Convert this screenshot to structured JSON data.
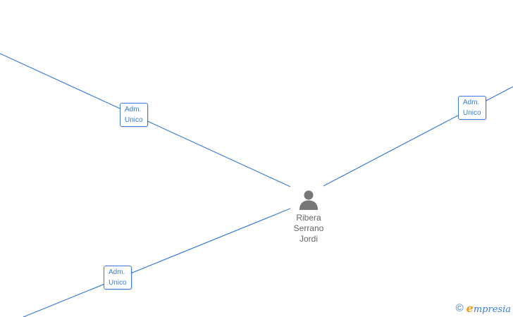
{
  "diagram": {
    "center": {
      "name_lines": [
        "Ribera",
        "Serrano",
        "Jordi"
      ],
      "icon": "person-icon"
    },
    "relations": [
      {
        "id": "top-left",
        "role_lines": [
          "Adm.",
          "Unico"
        ]
      },
      {
        "id": "top-right",
        "role_lines": [
          "Adm.",
          "Unico"
        ]
      },
      {
        "id": "bottom-left",
        "role_lines": [
          "Adm.",
          "Unico"
        ]
      }
    ],
    "colors": {
      "edge": "#3b7dd8",
      "role_text": "#3b7dd8",
      "name_text": "#666666",
      "person_icon": "#777777",
      "brand_accent": "#f39c12"
    }
  },
  "footer": {
    "copyright_symbol": "©",
    "brand_initial": "e",
    "brand_rest": "mpresia"
  }
}
